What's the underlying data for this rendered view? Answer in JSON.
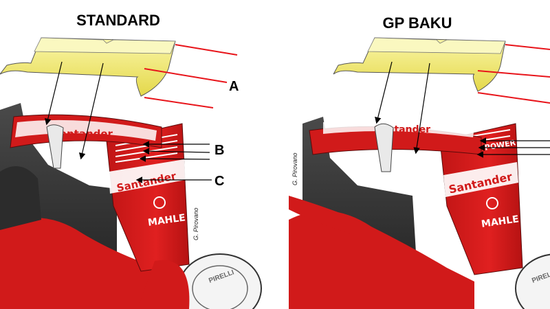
{
  "left_panel": {
    "title": "STANDARD",
    "callouts": {
      "a": "A",
      "b": "B",
      "c": "C"
    },
    "credit": "G. Pirovano",
    "sponsor_endplate": "Santander",
    "sponsor_wing": "Santander",
    "brand_endplate": "MAHLE",
    "tyre_brand": "PIRELLI"
  },
  "right_panel": {
    "title": "GP BAKU",
    "credit": "G. Pirovano",
    "sponsor_endplate": "Santander",
    "sponsor_wing": "Santander",
    "brand_endplate": "MAHLE",
    "brand_vpower": "V-POWER",
    "tyre_brand": "PIRELLI"
  },
  "colors": {
    "ferrari_red": "#d11a1a",
    "flap_yellow": "#f3ea7a",
    "arrow_red": "#e8141a",
    "dark_body": "#3a3a3a"
  }
}
